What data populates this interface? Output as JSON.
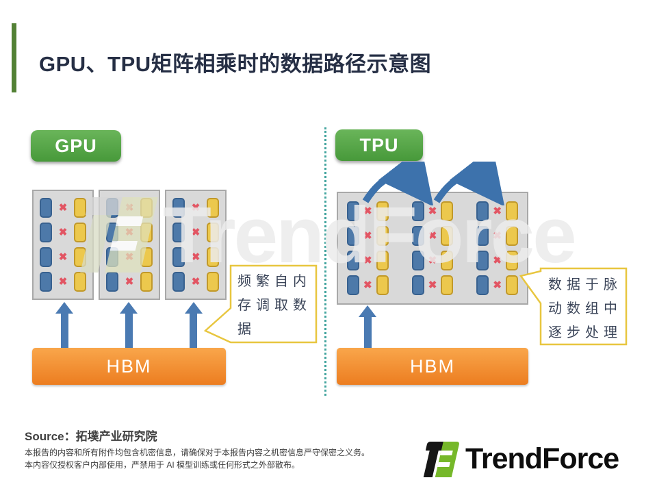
{
  "header": {
    "title": "GPU、TPU矩阵相乘时的数据路径示意图"
  },
  "watermark": {
    "text": "TrendForce"
  },
  "glyphs": {
    "multiply": "✖"
  },
  "gpu": {
    "label": "GPU",
    "chip_count": 3,
    "row_count": 4,
    "arrow_count": 3,
    "hbm_label": "HBM"
  },
  "tpu": {
    "label": "TPU",
    "row_count": 4,
    "group_count": 3,
    "hbm_label": "HBM"
  },
  "callouts": {
    "left": {
      "text": "频繁自内存调取数据",
      "lines": [
        "频繁自内",
        "存调取数",
        "据"
      ]
    },
    "right": {
      "text": "数据于脉动数组中逐步处理",
      "lines": [
        "数据于脉",
        "动数组中",
        "逐步处理"
      ]
    }
  },
  "footer": {
    "source": "Source：拓墣产业研究院",
    "disclaimer_line1": "本报告的内容和所有附件均包含机密信息，请确保对于本报告内容之机密信息严守保密之义务。",
    "disclaimer_line2": "本内容仅授权客户内部使用，严禁用于 AI 模型训练或任何形式之外部散布。",
    "logo_text": "TrendForce"
  },
  "colors": {
    "accent_green": "#538135",
    "tag_green": "#47993a",
    "hbm_orange": "#ec7d20",
    "cell_blue": "#4d79a9",
    "cell_yellow": "#ecc84d",
    "multiply_red": "#e25563",
    "arrow_blue": "#4a7ab2",
    "divider_teal": "#45a6a0",
    "callout_border": "#e8c63f"
  }
}
